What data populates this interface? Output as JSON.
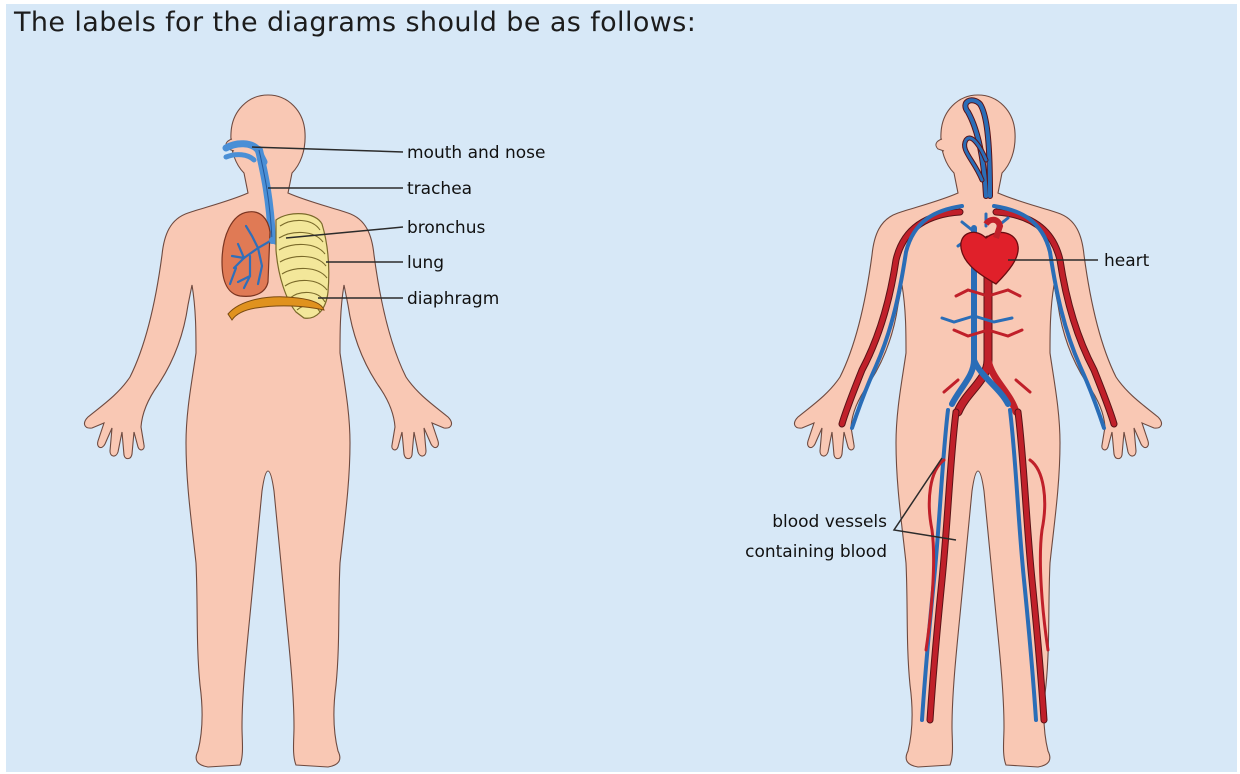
{
  "heading": "The labels for the diagrams should be as follows:",
  "respiratory_diagram": {
    "labels": {
      "mouth_and_nose": "mouth and nose",
      "trachea": "trachea",
      "bronchus": "bronchus",
      "lung": "lung",
      "diaphragm": "diaphragm"
    }
  },
  "circulatory_diagram": {
    "labels": {
      "heart": "heart",
      "blood_vessels_line1": "blood vessels",
      "blood_vessels_line2": "containing blood"
    }
  },
  "colors": {
    "background": "#d7e8f7",
    "skin": "#f9c8b4",
    "airway": "#4a8fd6",
    "lung": "#e07a55",
    "ribs": "#f3e79a",
    "diaphragm": "#e0921e",
    "artery": "#c0202a",
    "vein": "#2a6db7"
  }
}
